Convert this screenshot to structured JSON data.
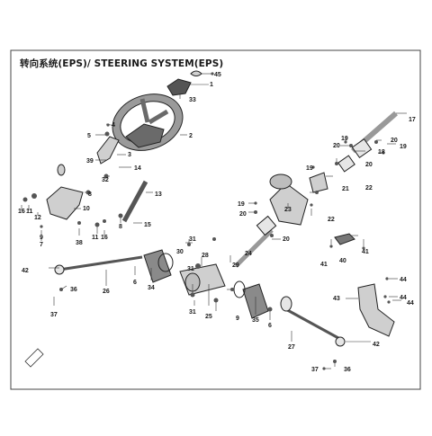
{
  "title": "转向系统(EPS)/ STEERING SYSTEM(EPS)",
  "callouts": [
    {
      "n": "45"
    },
    {
      "n": "1"
    },
    {
      "n": "33"
    },
    {
      "n": "2"
    },
    {
      "n": "4"
    },
    {
      "n": "5"
    },
    {
      "n": "3"
    },
    {
      "n": "39"
    },
    {
      "n": "14"
    },
    {
      "n": "32"
    },
    {
      "n": "10"
    },
    {
      "n": "8"
    },
    {
      "n": "16"
    },
    {
      "n": "11"
    },
    {
      "n": "12"
    },
    {
      "n": "9"
    },
    {
      "n": "7"
    },
    {
      "n": "38"
    },
    {
      "n": "16"
    },
    {
      "n": "11"
    },
    {
      "n": "8"
    },
    {
      "n": "13"
    },
    {
      "n": "15"
    },
    {
      "n": "17"
    },
    {
      "n": "19"
    },
    {
      "n": "20"
    },
    {
      "n": "20"
    },
    {
      "n": "18"
    },
    {
      "n": "19"
    },
    {
      "n": "19"
    },
    {
      "n": "20"
    },
    {
      "n": "22"
    },
    {
      "n": "21"
    },
    {
      "n": "22"
    },
    {
      "n": "23"
    },
    {
      "n": "19"
    },
    {
      "n": "20"
    },
    {
      "n": "24"
    },
    {
      "n": "20"
    },
    {
      "n": "31"
    },
    {
      "n": "30"
    },
    {
      "n": "28"
    },
    {
      "n": "31"
    },
    {
      "n": "29"
    },
    {
      "n": "9"
    },
    {
      "n": "40"
    },
    {
      "n": "41"
    },
    {
      "n": "41"
    },
    {
      "n": "44"
    },
    {
      "n": "43"
    },
    {
      "n": "44"
    },
    {
      "n": "44"
    },
    {
      "n": "42"
    },
    {
      "n": "26"
    },
    {
      "n": "36"
    },
    {
      "n": "37"
    },
    {
      "n": "6"
    },
    {
      "n": "34"
    },
    {
      "n": "25"
    },
    {
      "n": "31"
    },
    {
      "n": "35"
    },
    {
      "n": "6"
    },
    {
      "n": "27"
    },
    {
      "n": "42"
    },
    {
      "n": "37"
    },
    {
      "n": "36"
    }
  ]
}
